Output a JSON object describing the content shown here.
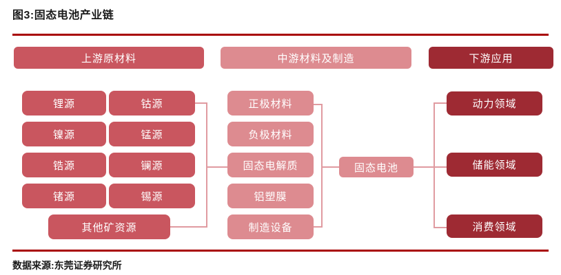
{
  "title": "图3:固态电池产业链",
  "footer": {
    "source": "数据来源:东莞证券研究所"
  },
  "colors": {
    "upstream_fill": "#c9565f",
    "midstream_fill": "#dd8b90",
    "downstream_fill": "#9e2a33",
    "connector": "#e09aa0",
    "divider": "#a80000",
    "box_text": "#ffffff"
  },
  "diagram": {
    "type": "flowchart",
    "columns": {
      "upstream": {
        "header": "上游原材料",
        "items": [
          "锂源",
          "钴源",
          "镍源",
          "锰源",
          "锆源",
          "镧源",
          "锗源",
          "锡源",
          "其他矿资源"
        ]
      },
      "midstream": {
        "header": "中游材料及制造",
        "items": [
          "正极材料",
          "负极材料",
          "固态电解质",
          "铝塑膜",
          "制造设备"
        ]
      },
      "downstream": {
        "header": "下游应用",
        "items": [
          "动力领域",
          "储能领域",
          "消费领域"
        ]
      }
    },
    "center_node": "固态电池",
    "flow": "上游原材料 -> 中游材料及制造 -> 固态电池 -> 下游应用"
  }
}
